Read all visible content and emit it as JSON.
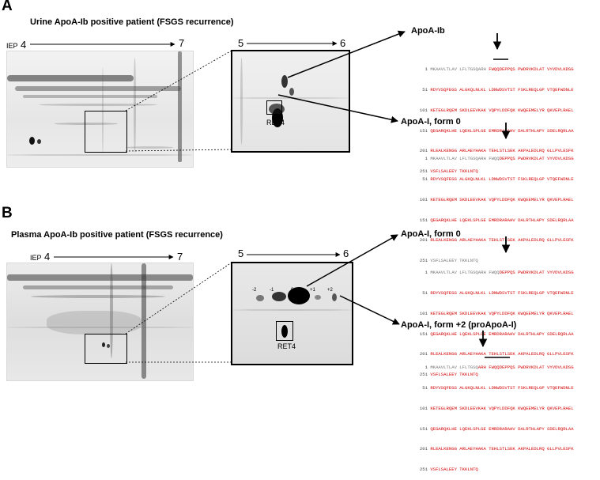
{
  "panel_a": {
    "letter": "A",
    "title": "Urine ApoA-Ib positive patient (FSGS recurrence)",
    "iep_label": "IEP",
    "iep_start": "4",
    "iep_end": "7",
    "zoom_start": "5",
    "zoom_end": "6",
    "ret_label": "RET4",
    "protein1": "ApoA-Ib",
    "protein2": "ApoA-I, form 0"
  },
  "panel_b": {
    "letter": "B",
    "title": "Plasma ApoA-Ib positive patient (FSGS recurrence)",
    "iep_label": "IEP",
    "iep_start": "4",
    "iep_end": "7",
    "zoom_start": "5",
    "zoom_end": "6",
    "ret_label": "RET4",
    "charges": [
      "-2",
      "-1",
      "0",
      "+1",
      "+2"
    ],
    "protein1": "ApoA-I, form 0",
    "protein2": "ApoA-I, form +2 (proApoA-I)"
  },
  "sequence_rows": [
    {
      "n": "1",
      "gray": "MKAAVLTLAV LFLTGSQARH ",
      "red": "FWQQDEPPQS PWDRVKDLAT VYVDVLKDSG"
    },
    {
      "n": "51",
      "gray": "",
      "red": "RDYVSQFEGS ALGKQLNLKL LDNWDSVTST FSKLREQLGP VTQEFWDNLE"
    },
    {
      "n": "101",
      "gray": "",
      "red": "KETEGLRQEM SKDLEEVKAK VQPYLDDFQK KWQEEMELYR QKVEPLRAEL"
    },
    {
      "n": "151",
      "gray": "",
      "red": "QEGARQKLHE LQEKLSPLGE EMRDRARAHV DALRTHLAPY SDELRQRLAA"
    },
    {
      "n": "201",
      "gray": "",
      "red": "RLEALKENGG ARLAEYHAKA TEHLSTLSEK AKPALEDLRQ GLLPVLESFK"
    },
    {
      "n": "251",
      "gray": "",
      "red": "VSFLSALEEY TKKLNTQ"
    }
  ],
  "sequence_rows_form0": [
    {
      "n": "1",
      "gray": "MKAAVLTLAV LFLTGSQARH FWQQ",
      "red": "DEPPQS PWDRVKDLAT VYVDVLKDSG"
    },
    {
      "n": "51",
      "gray": "",
      "red": "RDYVSQFEGS ALGKQLNLKL LDNWDSVTST FSKLREQLGP VTQEFWDNLE"
    },
    {
      "n": "101",
      "gray": "",
      "red": "KETEGLRQEM SKDLEEVKAK VQPYLDDFQK KWQEEMELYR QKVEPLRAEL"
    },
    {
      "n": "151",
      "gray": "",
      "red": "QEGARQKLHE LQEKLSPLGE EMRDRARAHV DALRTHLAPY SDELRQRLAA"
    },
    {
      "n": "201",
      "gray": "",
      "red": "RLEALKENGG ARLAEYHAKA TEHLSTLSEK AKPALEDLRQ GLLPVLESFK"
    },
    {
      "n": "251",
      "gray": "",
      "red": "VSFLSALEEY TKKLNTQ"
    }
  ],
  "sequence_rows_pro": [
    {
      "n": "1",
      "gray": "MKAAVLTLAV LFLTGSQ",
      "red": "ARH FWQQDEPPQS PWDRVKDLAT VYVDVLKDSG"
    },
    {
      "n": "51",
      "gray": "",
      "red": "RDYVSQFEGS ALGKQLNLKL LDNWDSVTST FSKLREQLGP VTQEFWDNLE"
    },
    {
      "n": "101",
      "gray": "",
      "red": "KETEGLRQEM SKDLEEVKAK VQPYLDDFQK KWQEEMELYR QKVEPLRAEL"
    },
    {
      "n": "151",
      "gray": "",
      "red": "QEGARQKLHE LQEKLSPLGE EMRDRARAHV DALRTHLAPY SDELRQRLAA"
    },
    {
      "n": "201",
      "gray": "",
      "red": "RLEALKENGG ARLAEYHAKA TEHLSTLSEK AKPALEDLRQ GLLPVLESFK"
    },
    {
      "n": "251",
      "gray": "",
      "red": "VSFLSALEEY TKKLNTQ"
    }
  ]
}
